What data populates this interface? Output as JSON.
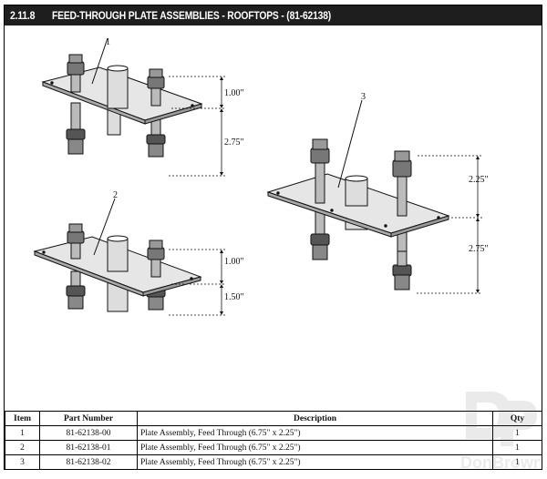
{
  "header": {
    "section": "2.11.8",
    "title": "FEED-THROUGH PLATE ASSEMBLIES - ROOFTOPS - (81-62138)"
  },
  "drawing": {
    "callouts": [
      "1",
      "2",
      "3"
    ],
    "dims": {
      "a1_top": "1.00\"",
      "a1_bottom": "2.75\"",
      "a2_top": "1.00\"",
      "a2_bottom": "1.50\"",
      "a3_top": "2.25\"",
      "a3_bottom": "2.75\""
    }
  },
  "table": {
    "headers": {
      "item": "Item",
      "part": "Part Number",
      "desc": "Description",
      "qty": "Qty"
    },
    "rows": [
      {
        "item": "1",
        "part": "81-62138-00",
        "desc": "Plate Assembly, Feed Through (6.75\" x 2.25\")",
        "qty": "1"
      },
      {
        "item": "2",
        "part": "81-62138-01",
        "desc": "Plate Assembly, Feed Through (6.75\" x 2.25\")",
        "qty": "1"
      },
      {
        "item": "3",
        "part": "81-62138-02",
        "desc": "Plate Assembly, Feed Through (6.75\" x 2.25\")",
        "qty": "1"
      }
    ]
  },
  "watermark": {
    "text": "DonBrown"
  }
}
